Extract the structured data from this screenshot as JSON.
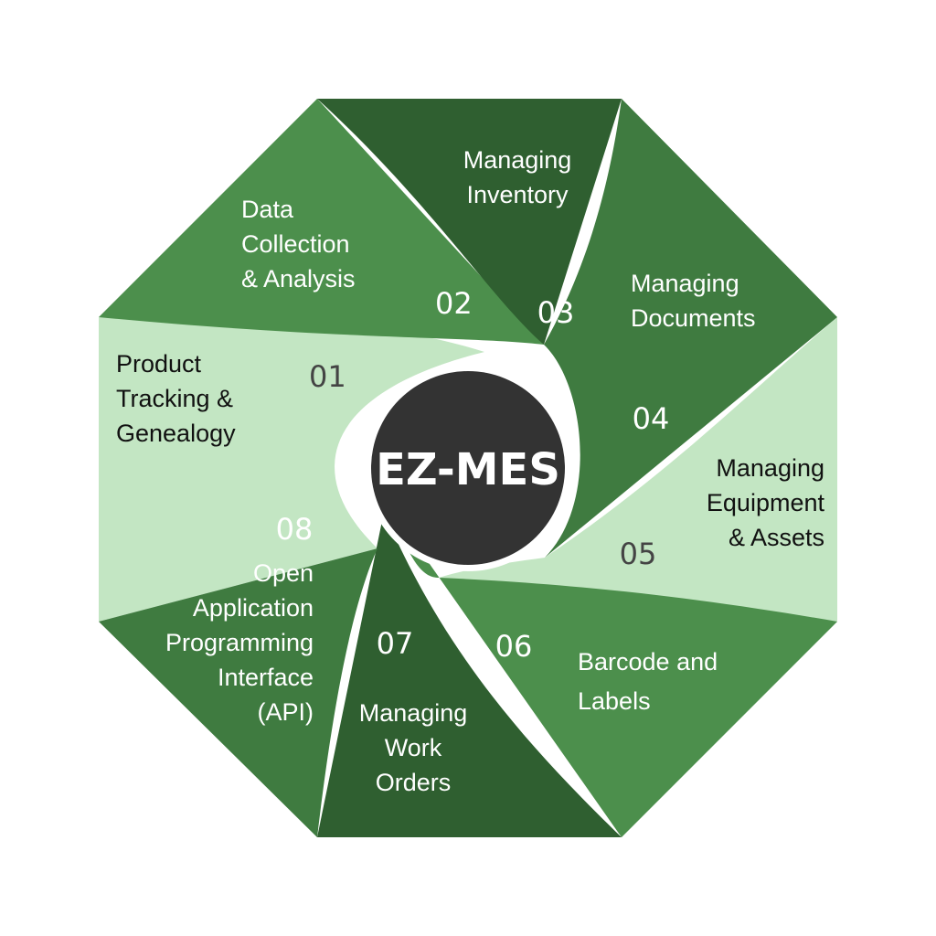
{
  "hub": {
    "label": "EZ-MES",
    "color": "#333333"
  },
  "segments": [
    {
      "id": "01",
      "number": "01",
      "label_lines": [
        "Product",
        "Tracking &",
        "Genealogy"
      ],
      "color": "#c3e6c3",
      "text_color": "#111111",
      "number_color": "#444444"
    },
    {
      "id": "02",
      "number": "02",
      "label_lines": [
        "Data",
        "Collection",
        "& Analysis"
      ],
      "color": "#4c8f4c",
      "text_color": "#ffffff",
      "number_color": "#ffffff"
    },
    {
      "id": "03",
      "number": "03",
      "label_lines": [
        "Managing",
        "Inventory"
      ],
      "color": "#2f5f30",
      "text_color": "#ffffff",
      "number_color": "#ffffff"
    },
    {
      "id": "04",
      "number": "04",
      "label_lines": [
        "Managing",
        "Documents"
      ],
      "color": "#3f7b40",
      "text_color": "#ffffff",
      "number_color": "#ffffff"
    },
    {
      "id": "05",
      "number": "05",
      "label_lines": [
        "Managing",
        "Equipment",
        "& Assets"
      ],
      "color": "#c3e6c3",
      "text_color": "#111111",
      "number_color": "#444444"
    },
    {
      "id": "06",
      "number": "06",
      "label_lines": [
        "Barcode and",
        "Labels"
      ],
      "color": "#4c8f4c",
      "text_color": "#ffffff",
      "number_color": "#ffffff"
    },
    {
      "id": "07",
      "number": "07",
      "label_lines": [
        "Managing",
        "Work",
        "Orders"
      ],
      "color": "#2f5f30",
      "text_color": "#ffffff",
      "number_color": "#ffffff"
    },
    {
      "id": "08",
      "number": "08",
      "label_lines": [
        "Open",
        "Application",
        "Programming",
        "Interface",
        "(API)"
      ],
      "color": "#3f7b40",
      "text_color": "#ffffff",
      "number_color": "#ffffff"
    }
  ]
}
